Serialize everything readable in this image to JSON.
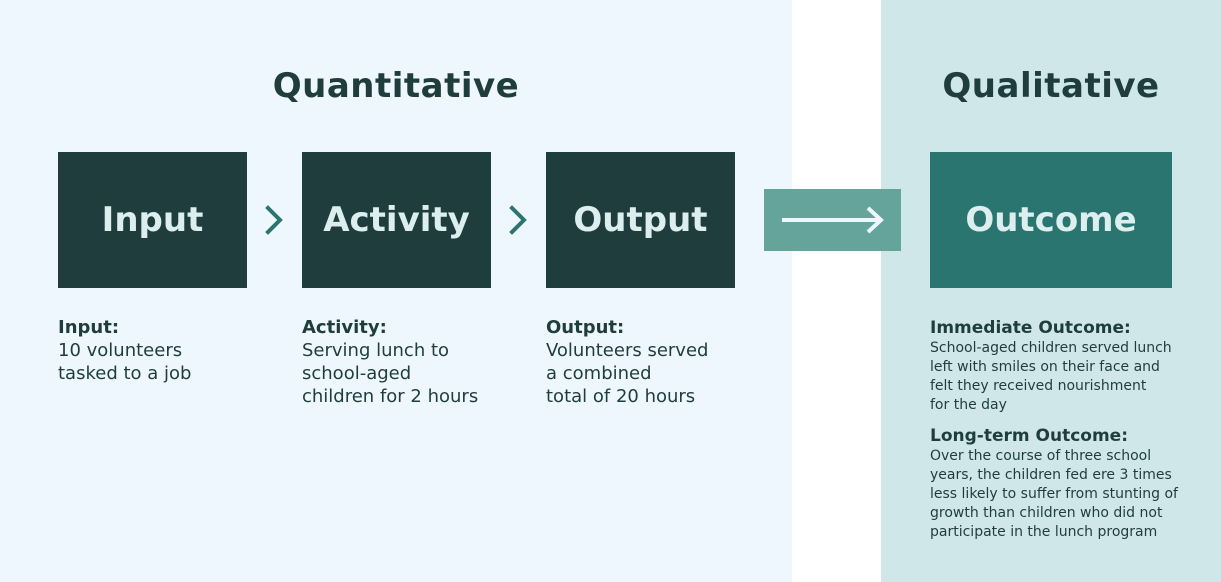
{
  "sections": {
    "quantitative": "Quantitative",
    "qualitative": "Qualitative"
  },
  "boxes": {
    "input": "Input",
    "activity": "Activity",
    "output": "Output",
    "outcome": "Outcome"
  },
  "descriptions": {
    "input": {
      "title": "Input:",
      "text": "10 volunteers\ntasked to a job"
    },
    "activity": {
      "title": "Activity:",
      "text": "Serving lunch to\nschool-aged\nchildren for 2 hours"
    },
    "output": {
      "title": "Output:",
      "text": "Volunteers served\na combined\ntotal of 20 hours"
    },
    "immediate_outcome": {
      "title": "Immediate Outcome:",
      "text": "School-aged children served lunch\nleft with smiles on their face and\nfelt they received nourishment\nfor the day"
    },
    "longterm_outcome": {
      "title": "Long-term Outcome:",
      "text": "Over the course of three school\nyears, the children fed ere 3 times\nless likely to suffer from stunting of\ngrowth than children who did not\nparticipate in the lunch program"
    }
  },
  "colors": {
    "quant_bg": "#eef6fe",
    "qual_bg": "#cfe7e8",
    "dark_box": "#1f3d3d",
    "outcome_box": "#2b7570",
    "arrow_block": "#64a49b",
    "chevron": "#2b7570"
  },
  "icons": {
    "chevron": "chevron-right-icon",
    "arrow": "arrow-right-icon"
  }
}
